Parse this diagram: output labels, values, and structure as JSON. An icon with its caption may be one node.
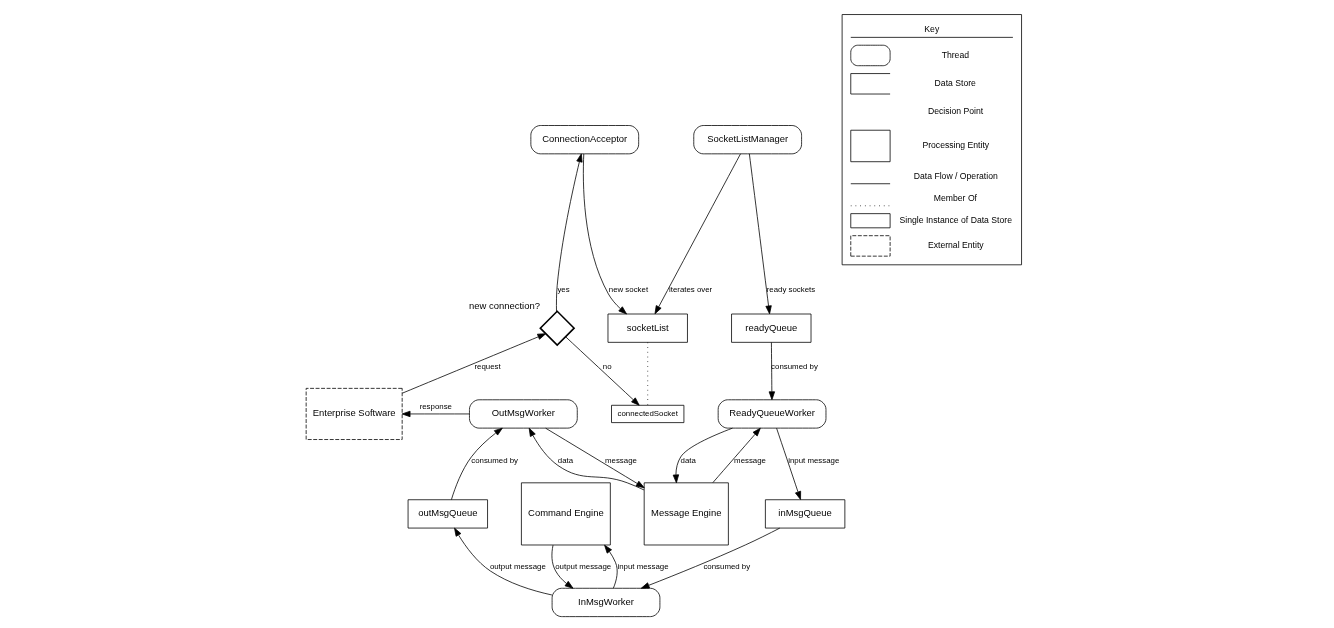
{
  "diagram": {
    "nodes": [
      {
        "text": [
          "ConnectionAcceptor"
        ]
      },
      {
        "text": [
          "SocketListManager"
        ]
      },
      {
        "text": [
          "socketList"
        ]
      },
      {
        "text": [
          "readyQueue"
        ]
      },
      {
        "text": [],
        "shape": "diamond",
        "beside": [
          "new connection?"
        ]
      },
      {
        "text": [
          "connectedSocket"
        ]
      },
      {
        "text": [
          "Message Engine"
        ]
      },
      {
        "text": [
          "OutMsgWorker"
        ]
      },
      {
        "text": [
          "ReadyQueueWorker"
        ]
      },
      {
        "text": [
          "Enterprise Software"
        ]
      },
      {
        "text": [
          "Command Engine"
        ]
      },
      {
        "text": [
          "outMsgQueue"
        ]
      },
      {
        "text": [
          "inMsgQueue"
        ]
      },
      {
        "text": [
          "InMsgWorker"
        ]
      }
    ],
    "edges": [
      {
        "from": 1,
        "to": 2,
        "arrow": "to",
        "label": "iterates over"
      },
      {
        "from": 1,
        "to": 3,
        "arrow": "to",
        "label": "ready sockets"
      },
      {
        "from": 0,
        "to": 2,
        "arrow": "to",
        "label": "new socket"
      },
      {
        "from": 4,
        "to": 0,
        "arrow": "to",
        "label": "yes"
      },
      {
        "from": 4,
        "to": 5,
        "arrow": "to",
        "label": "no"
      },
      {
        "from": 2,
        "to": 5,
        "arrow": "none",
        "style": "dashed"
      },
      {
        "from": 9,
        "to": 4,
        "arrow": "to",
        "label": "request"
      },
      {
        "from": 7,
        "to": 9,
        "arrow": "to",
        "label": "response"
      },
      {
        "from": 6,
        "to": 7,
        "arrow": "to",
        "label": "data"
      },
      {
        "from": 7,
        "to": 6,
        "arrow": "to",
        "label": "message"
      },
      {
        "from": 8,
        "to": 6,
        "arrow": "to",
        "label": "data"
      },
      {
        "from": 6,
        "to": 8,
        "arrow": "to",
        "label": "message"
      },
      {
        "from": 3,
        "to": 8,
        "arrow": "to",
        "label": "consumed by"
      },
      {
        "from": 8,
        "to": 12,
        "arrow": "to",
        "label": "input message"
      },
      {
        "from": 12,
        "to": 13,
        "arrow": "to",
        "label": "consumed by"
      },
      {
        "from": 13,
        "to": 11,
        "arrow": "to",
        "label": "output message"
      },
      {
        "from": 11,
        "to": 7,
        "arrow": "to",
        "label": "consumed by"
      },
      {
        "from": 10,
        "to": 13,
        "arrow": "to",
        "label": "output message"
      },
      {
        "from": 13,
        "to": 10,
        "arrow": "to",
        "label": "input message"
      }
    ],
    "labels": [
      "Key"
    ],
    "legend": [
      {
        "text": "Thread"
      },
      {
        "text": "Data Store"
      },
      {
        "text": "Decision Point"
      },
      {
        "text": "Processing Entity"
      },
      {
        "text": "Data Flow / Operation"
      },
      {
        "text": "Member Of"
      },
      {
        "text": "Single Instance of Data Store"
      },
      {
        "text": "External Entity"
      }
    ]
  }
}
